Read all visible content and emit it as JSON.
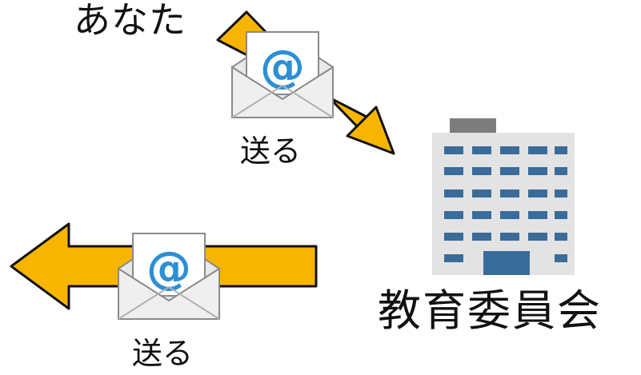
{
  "labels": {
    "you": "あなた",
    "send_top": "送る",
    "send_bottom": "送る",
    "organization": "教育委員会"
  },
  "icons": {
    "mail": "email-envelope-icon",
    "at_symbol": "@",
    "building": "office-building-icon"
  },
  "colors": {
    "arrow_fill": "#f8b500",
    "arrow_stroke": "#111111",
    "envelope_fill": "#ececec",
    "letter_fill": "#ffffff",
    "at_color": "#2b8fd6",
    "building_body": "#e3e3e3",
    "building_top": "#7d7d7d",
    "window_color": "#3a6c99",
    "door_color": "#3a6c99"
  }
}
